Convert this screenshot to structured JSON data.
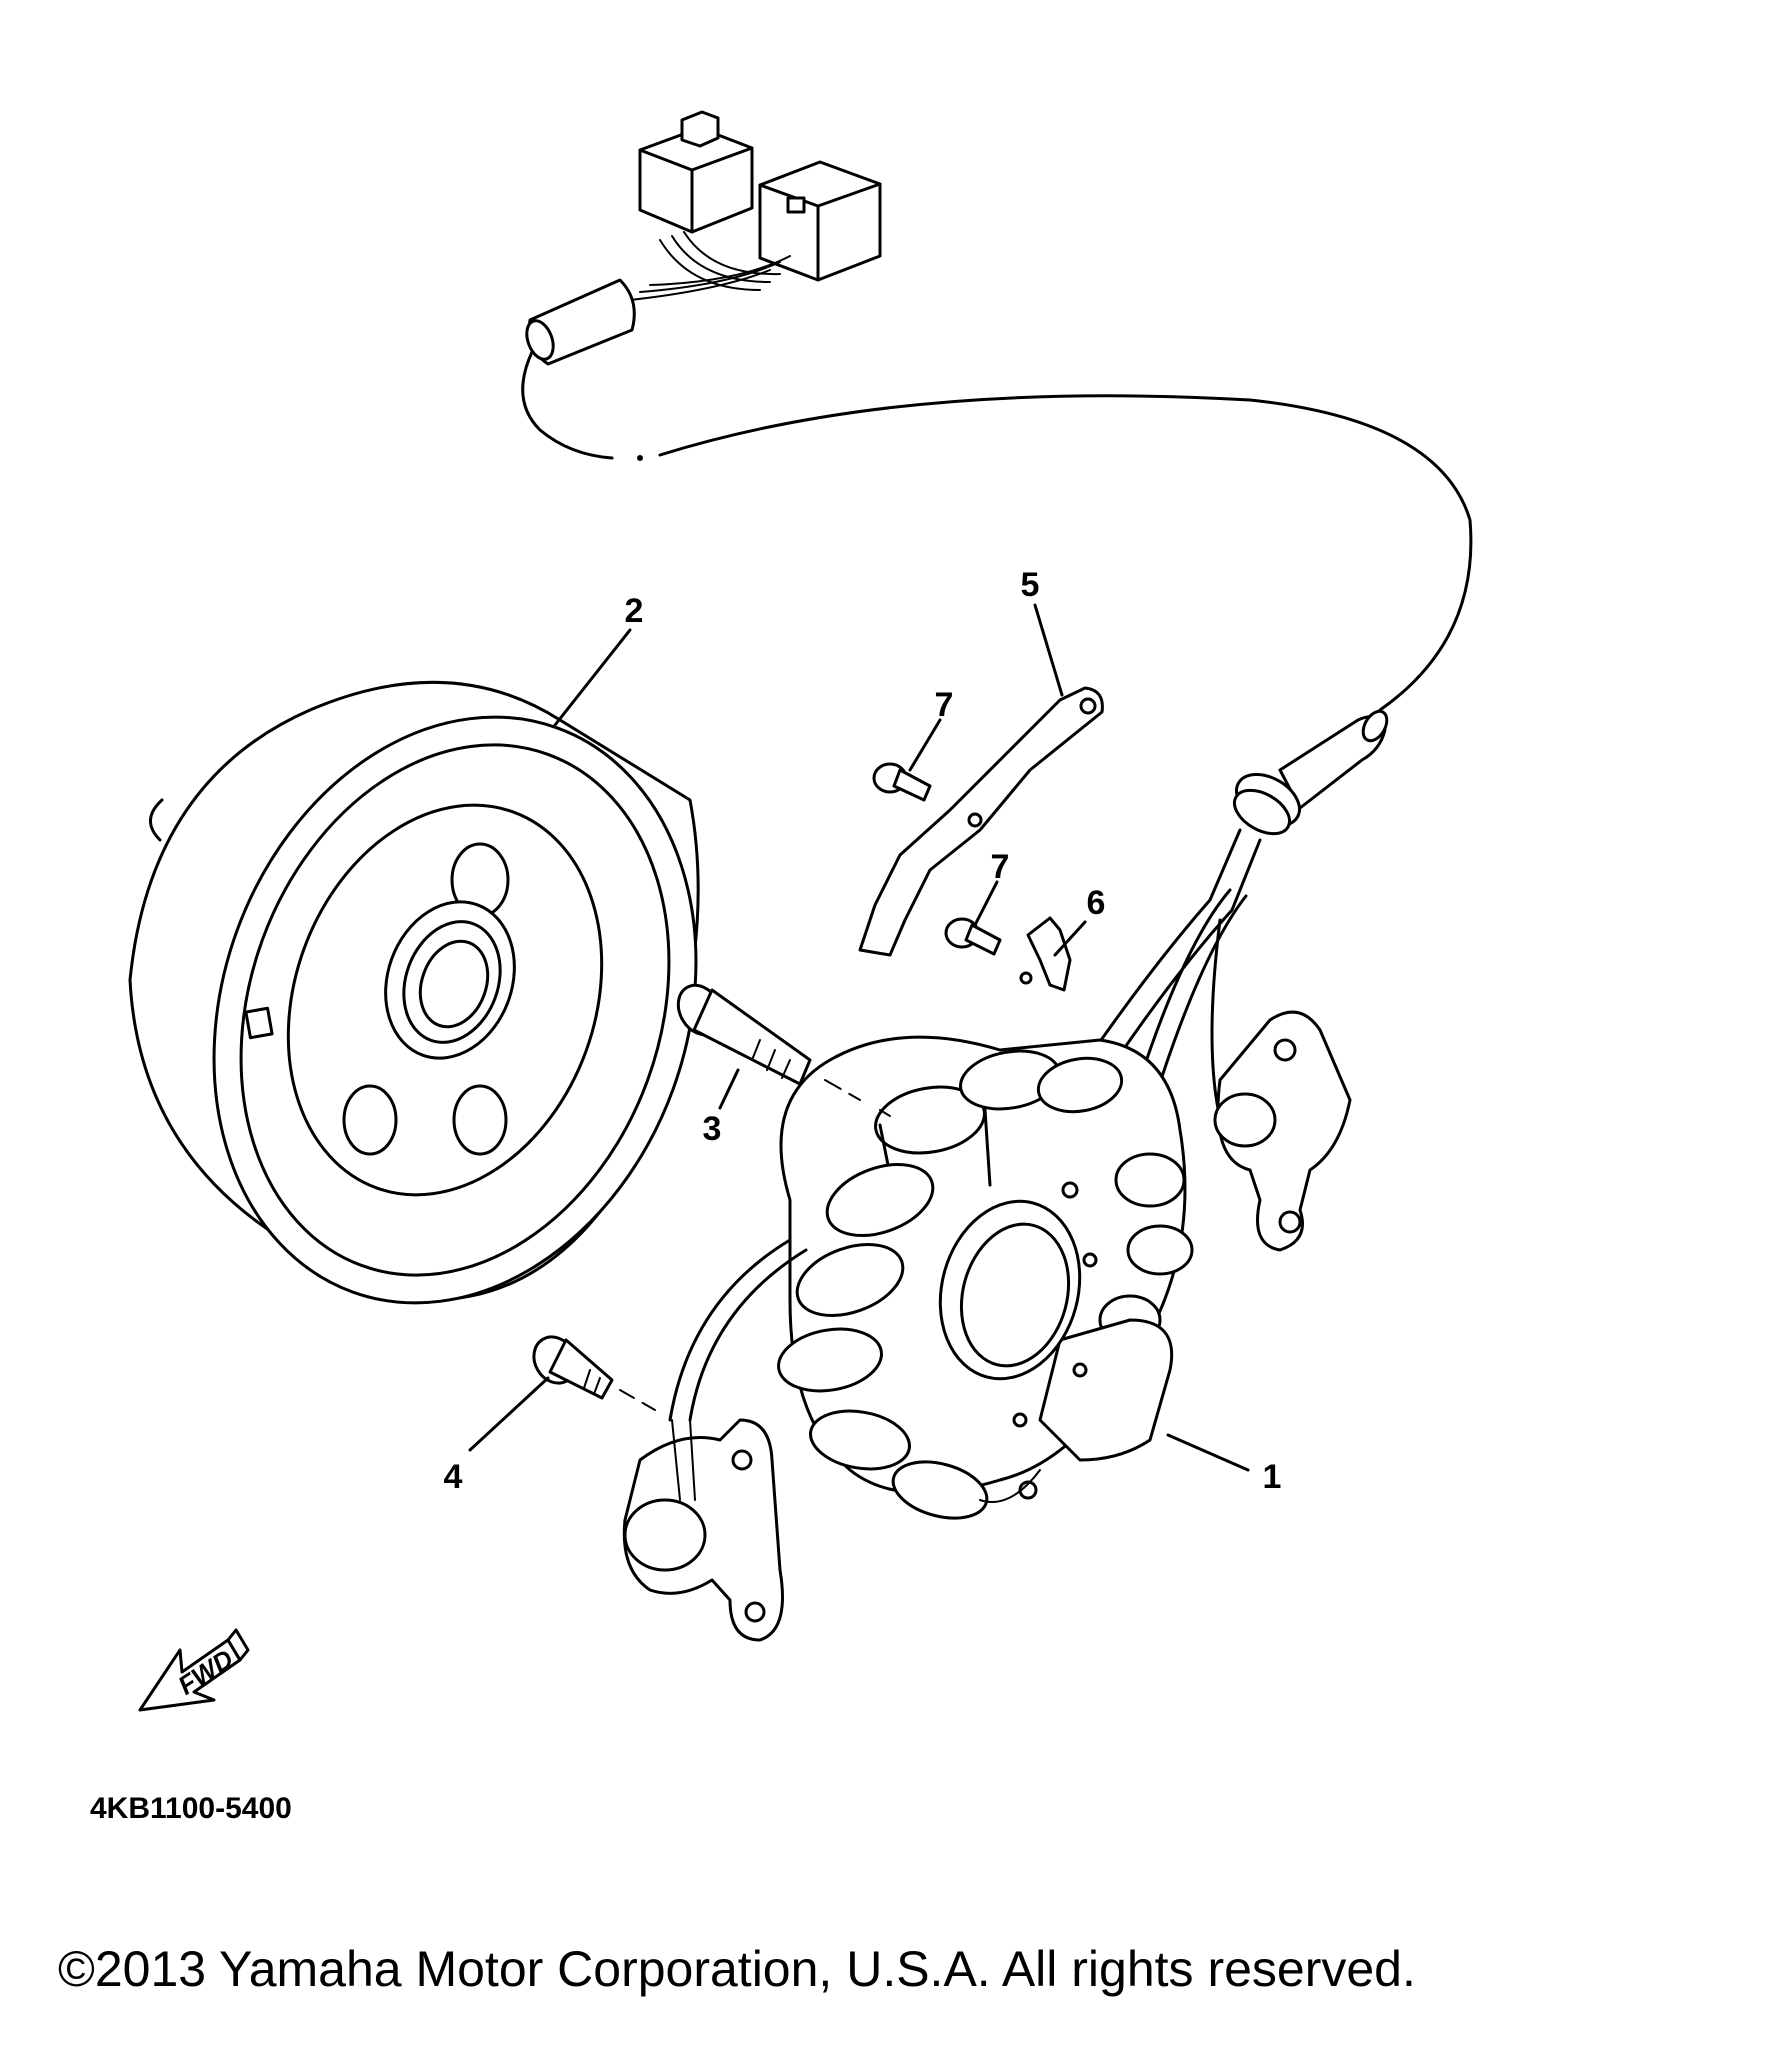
{
  "diagram": {
    "part_labels": {
      "1": "1",
      "2": "2",
      "3": "3",
      "4": "4",
      "5": "5",
      "6": "6",
      "7a": "7",
      "7b": "7"
    },
    "fwd_label": "FWD",
    "drawing_code": "4KB1100-5400"
  },
  "footer": {
    "copyright": "©2013 Yamaha Motor Corporation, U.S.A. All rights reserved."
  },
  "colors": {
    "line": "#000000",
    "background": "#ffffff"
  }
}
